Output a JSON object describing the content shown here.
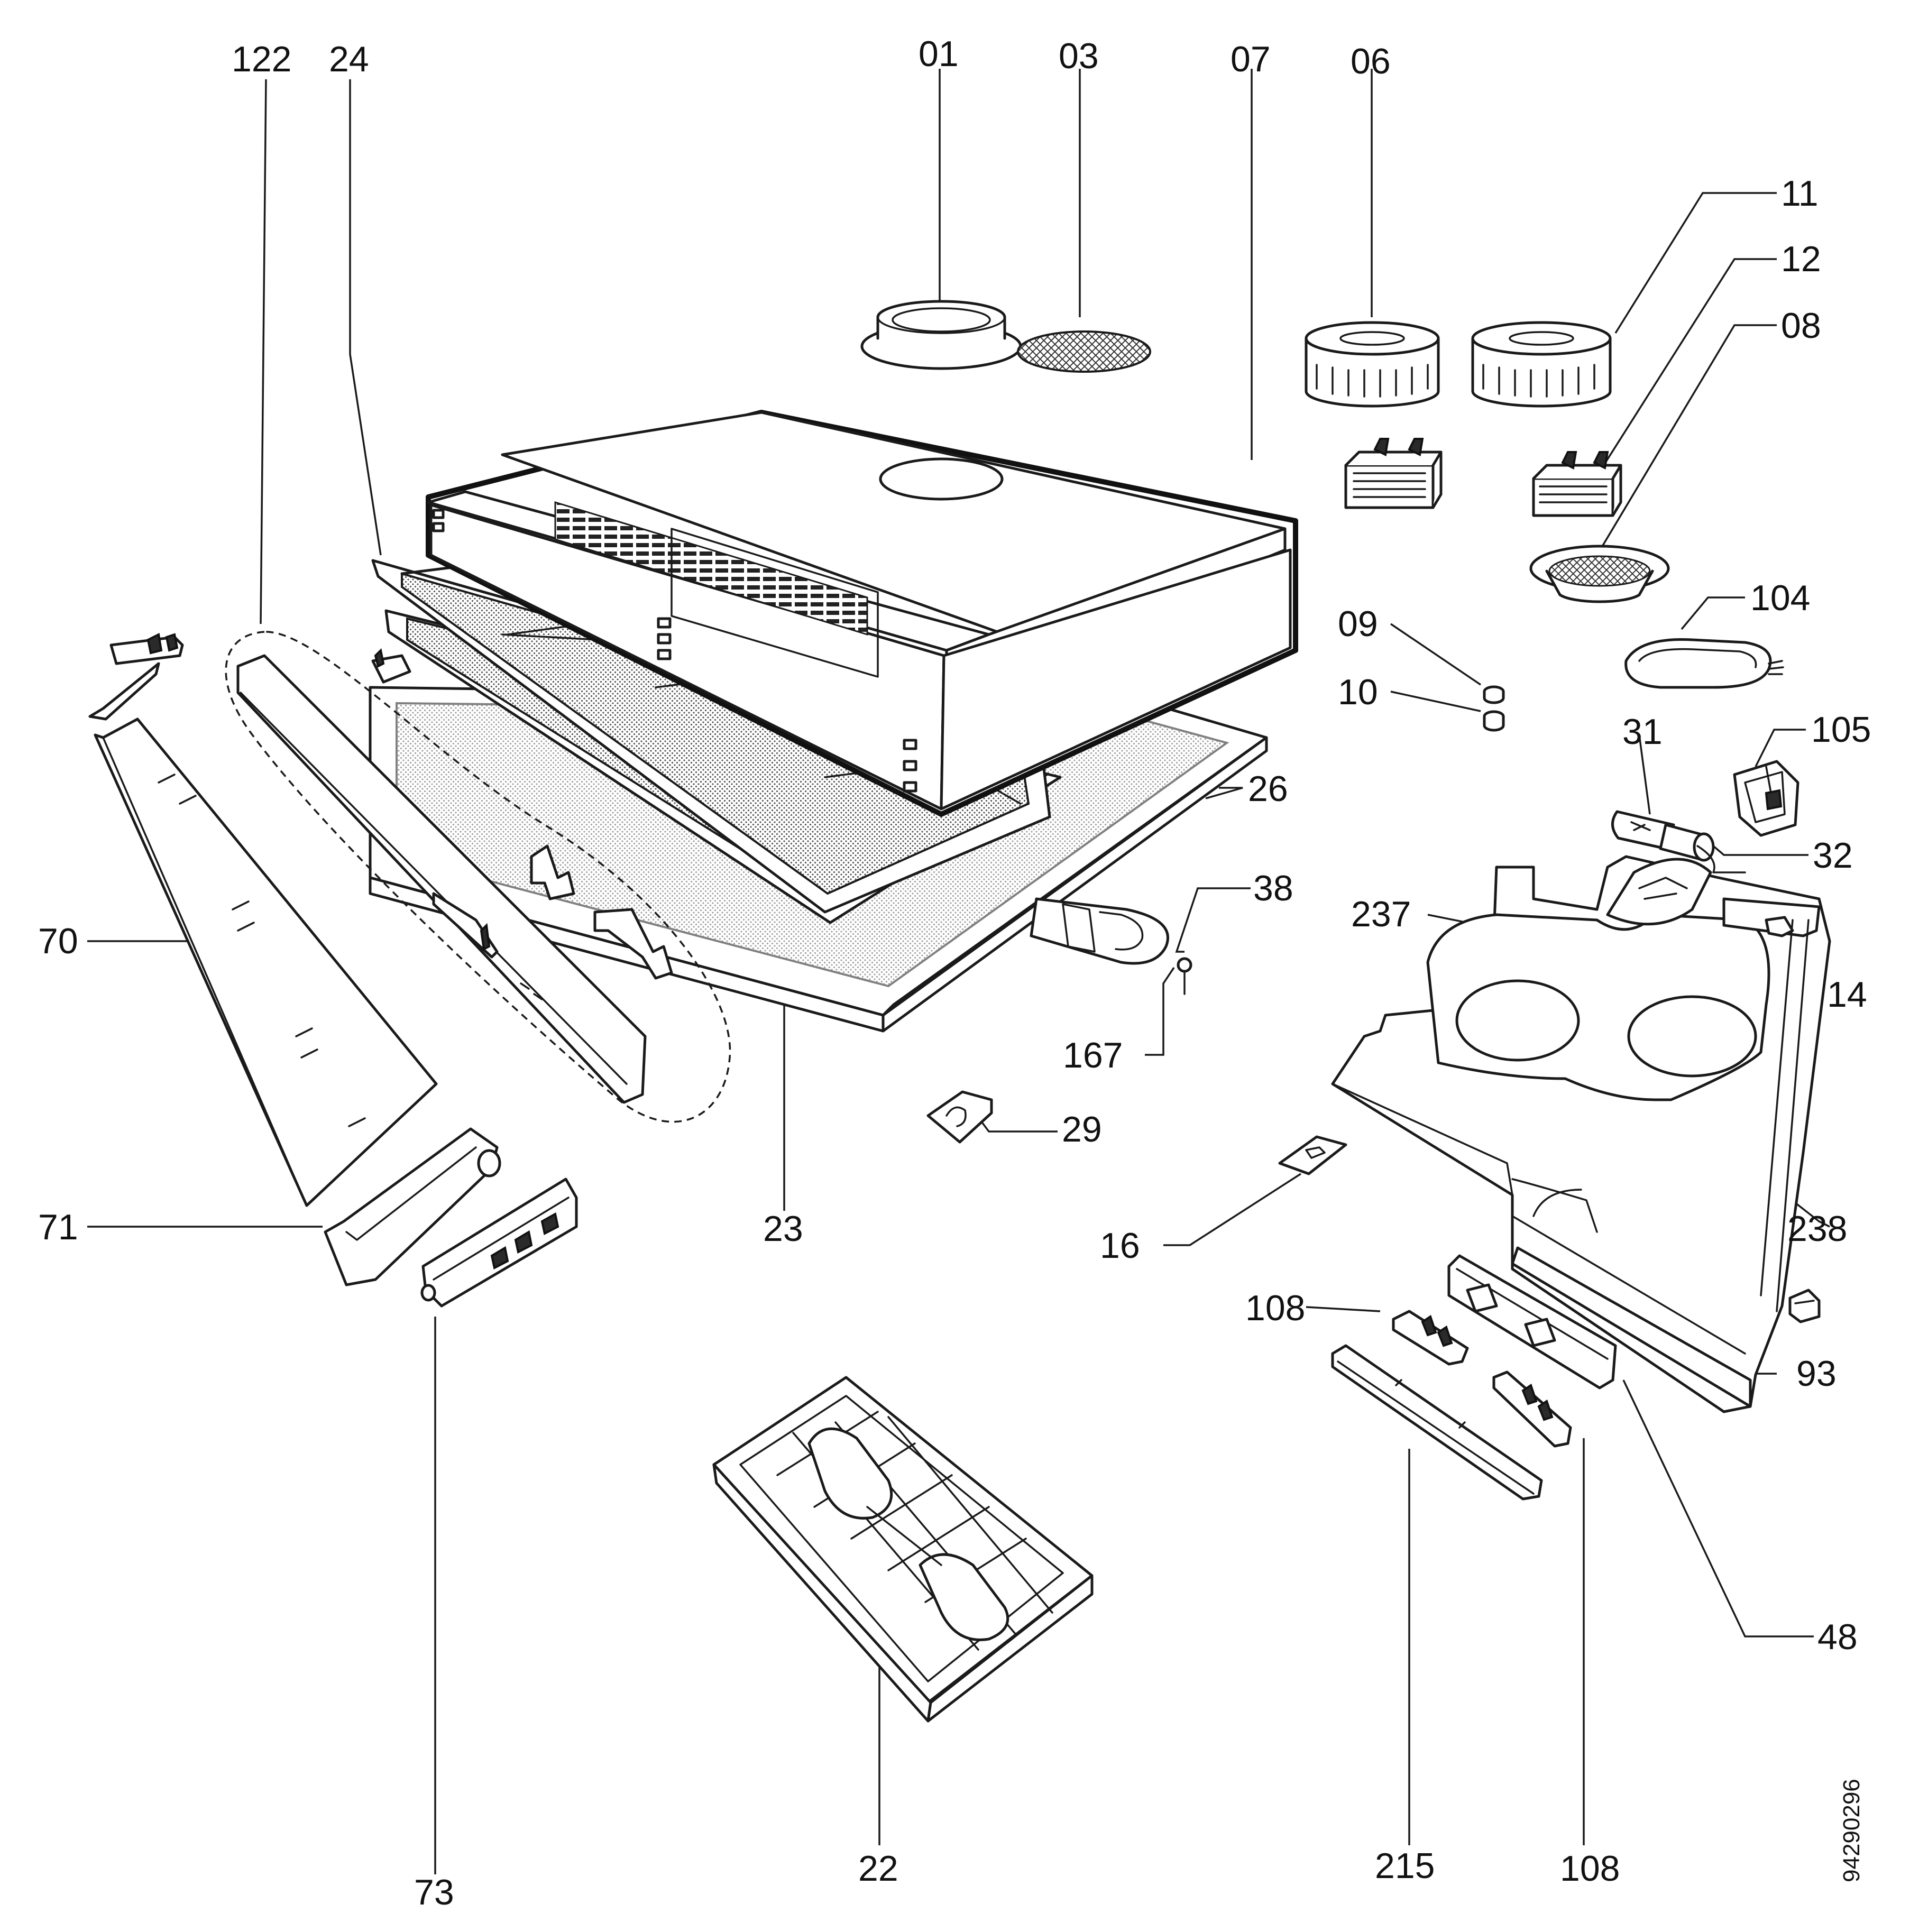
{
  "diagram_code": "94290296",
  "labels": {
    "p122": "122",
    "p24": "24",
    "p01": "01",
    "p03": "03",
    "p07": "07",
    "p06": "06",
    "p11": "11",
    "p12": "12",
    "p08": "08",
    "p104": "104",
    "p09": "09",
    "p10": "10",
    "p31": "31",
    "p105": "105",
    "p32": "32",
    "p26": "26",
    "p38": "38",
    "p237": "237",
    "p14": "14",
    "p70": "70",
    "p167": "167",
    "p29": "29",
    "p23": "23",
    "p238": "238",
    "p71": "71",
    "p16": "16",
    "p108a": "108",
    "p93": "93",
    "p48": "48",
    "p73": "73",
    "p22": "22",
    "p215": "215",
    "p108b": "108"
  }
}
